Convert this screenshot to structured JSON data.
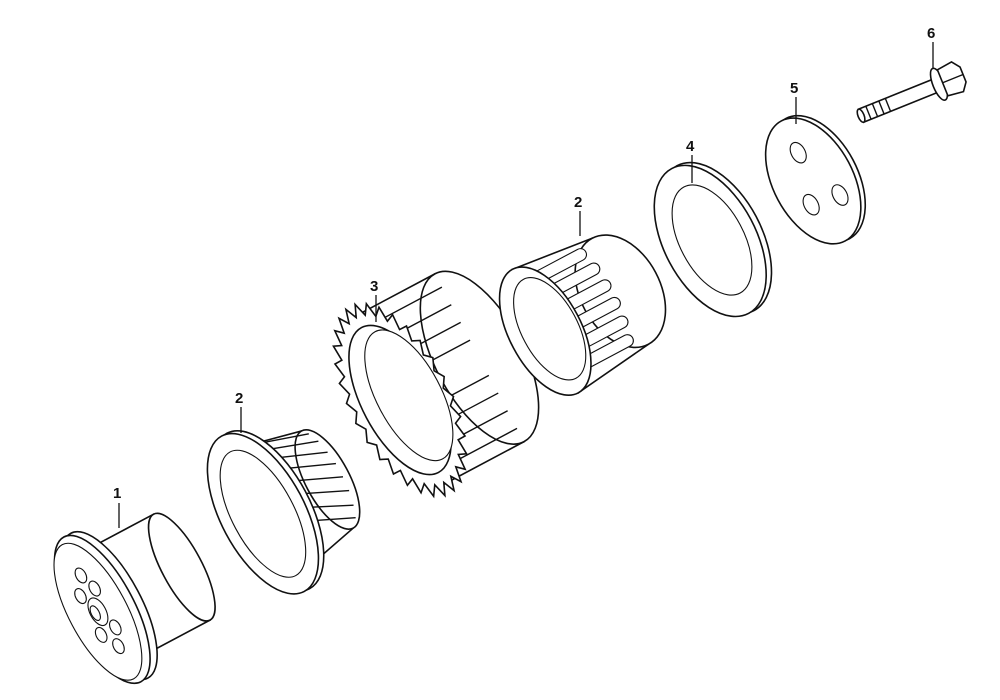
{
  "callouts": {
    "part_1": "1",
    "part_2a": "2",
    "part_3": "3",
    "part_2b": "2",
    "part_4": "4",
    "part_5": "5",
    "part_6": "6"
  }
}
